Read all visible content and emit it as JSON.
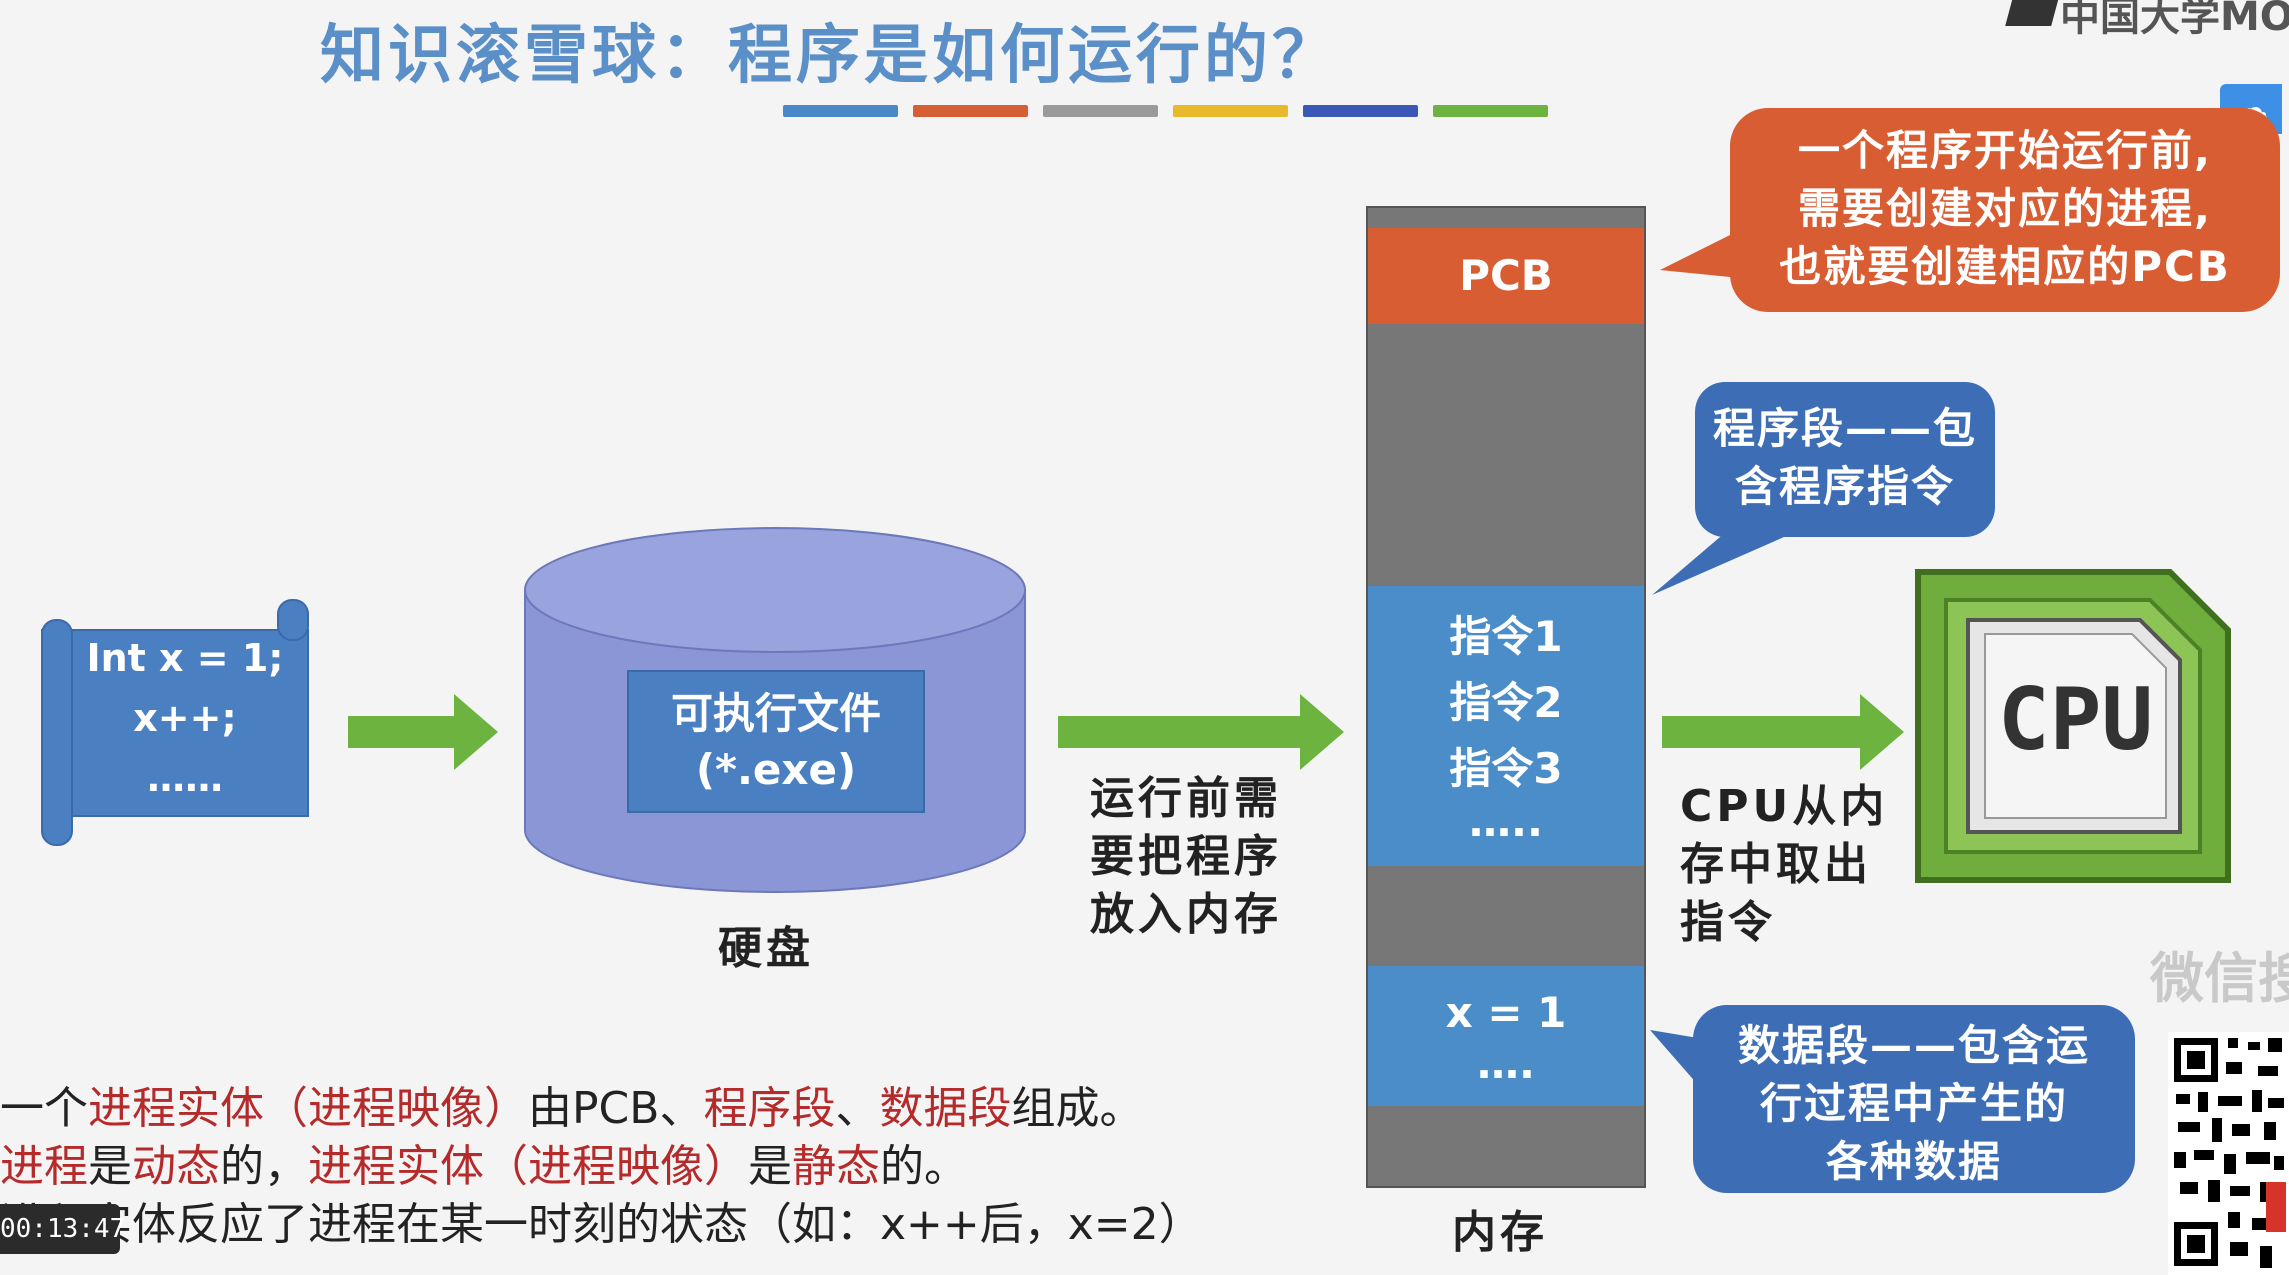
{
  "header": {
    "title": "知识滚雪球：程序是如何运行的？",
    "color_bar": [
      "#4a89c8",
      "#d65f35",
      "#9a9a9a",
      "#e8b92a",
      "#3b57b8",
      "#6cb33f"
    ]
  },
  "overlay": {
    "corner_logo": "中国大学MOOC",
    "timestamp": "00:13:47",
    "watermark": "微信搜"
  },
  "diagram": {
    "code_scroll": {
      "lines": [
        "Int x = 1;",
        "x++;",
        "……"
      ]
    },
    "disk": {
      "file_line1": "可执行文件",
      "file_line2": "(*.exe)",
      "label": "硬盘"
    },
    "load_text": [
      "运行前需",
      "要把程序",
      "放入内存"
    ],
    "memory": {
      "pcb_label": "PCB",
      "instructions": [
        "指令1",
        "指令2",
        "指令3",
        "….."
      ],
      "data_items": [
        "x = 1",
        "…."
      ],
      "label": "内存"
    },
    "fetch_text": [
      "CPU从内",
      "存中取出",
      "指令"
    ],
    "cpu_label": "CPU",
    "callouts": {
      "pcb": [
        "一个程序开始运行前,",
        "需要创建对应的进程,",
        "也就要创建相应的PCB"
      ],
      "program": [
        "程序段——包",
        "含程序指令"
      ],
      "data": [
        "数据段——包含运",
        "行过程中产生的",
        "各种数据"
      ]
    }
  },
  "notes": {
    "line1": {
      "p1": "一个",
      "p2": "进程实体（进程映像）",
      "p3": "由PCB、",
      "p4": "程序段",
      "p5": "、",
      "p6": "数据段",
      "p7": "组成。"
    },
    "line2": {
      "p1": "进程",
      "p2": "是",
      "p3": "动态",
      "p4": "的，",
      "p5": "进程实体（进程映像）",
      "p6": "是",
      "p7": "静态",
      "p8": "的。"
    },
    "line3": "进程实体反应了进程在某一时刻的状态（如：x++后，x=2）"
  },
  "colors": {
    "title": "#5b8fc8",
    "arrow_green": "#6cb33f",
    "callout_orange": "#d95d33",
    "callout_blue": "#3d6eb5",
    "memory_blue": "#4a8dc9",
    "memory_gray": "#777777",
    "cpu_green": "#7ab648",
    "emphasis_red": "#b52a2a"
  }
}
